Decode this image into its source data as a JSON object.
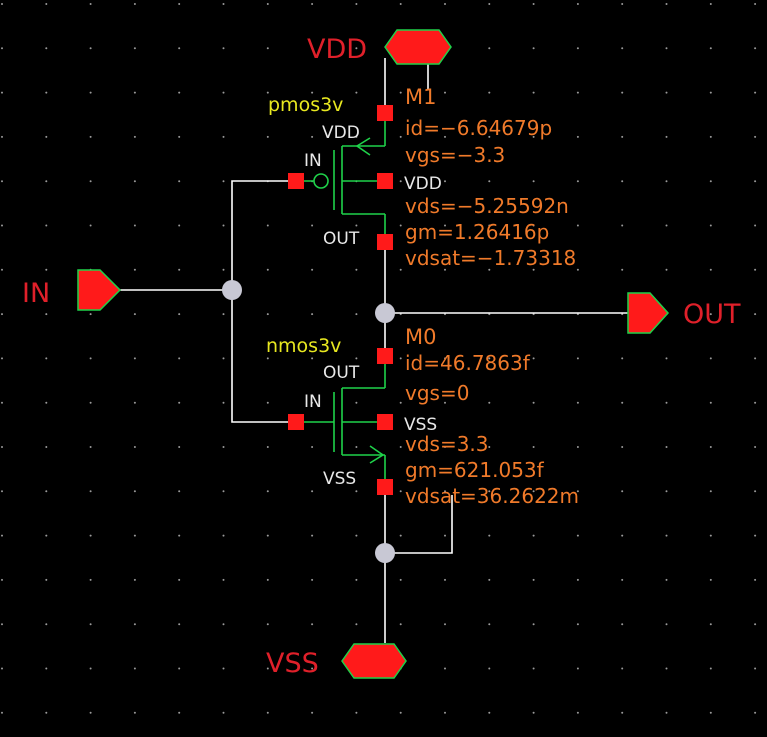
{
  "colors": {
    "background": "#000000",
    "grid_dot": "#9a9a9a",
    "wire": "#ffffff",
    "device": "#1fd24a",
    "pin": "#ff1a1a",
    "port_label": "#e0202a",
    "terminal_label": "#e8e8e8",
    "cell_name": "#e8e820",
    "annotation": "#f07a2a",
    "junction": "#c8c8d4"
  },
  "ports": {
    "vdd": "VDD",
    "vss": "VSS",
    "in": "IN",
    "out": "OUT"
  },
  "m1": {
    "cell": "pmos3v",
    "instance": "M1",
    "term_bulk": "VDD",
    "term_gate": "IN",
    "term_source": "VDD",
    "term_drain": "OUT",
    "annotations": [
      "id=−6.64679p",
      "vgs=−3.3",
      "",
      "vds=−5.25592n",
      "gm=1.26416p",
      "vdsat=−1.73318"
    ]
  },
  "m0": {
    "cell": "nmos3v",
    "instance": "M0",
    "term_drain": "OUT",
    "term_gate": "IN",
    "term_bulk": "VSS",
    "term_source": "VSS",
    "annotations": [
      "id=46.7863f",
      "vgs=0",
      "vds=3.3",
      "gm=621.053f",
      "vdsat=36.2622m"
    ]
  }
}
